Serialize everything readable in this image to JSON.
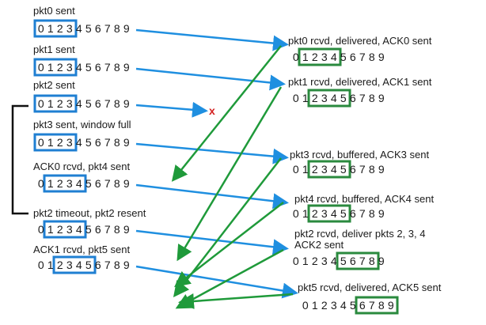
{
  "colors": {
    "sender_window": "#1f7fd2",
    "receiver_window": "#2a8a3e",
    "data_arrow": "#1f8fe0",
    "ack_arrow": "#1f9a3a",
    "loss_mark": "#d42020",
    "timer_bracket": "#111111"
  },
  "digits": [
    "0",
    "1",
    "2",
    "3",
    "4",
    "5",
    "6",
    "7",
    "8",
    "9"
  ],
  "sender": [
    {
      "label": "pkt0 sent",
      "window_start": 0
    },
    {
      "label": "pkt1 sent",
      "window_start": 0
    },
    {
      "label": "pkt2 sent",
      "window_start": 0
    },
    {
      "label": "pkt3 sent, window full",
      "window_start": 0
    },
    {
      "label": "ACK0 rcvd, pkt4 sent",
      "window_start": 1
    },
    {
      "label": "pkt2 timeout, pkt2 resent",
      "window_start": 1
    },
    {
      "label": "ACK1 rcvd, pkt5 sent",
      "window_start": 2
    }
  ],
  "receiver": [
    {
      "label": "pkt0 rcvd, delivered, ACK0 sent",
      "window_start": 1
    },
    {
      "label": "pkt1 rcvd, delivered, ACK1 sent",
      "window_start": 2
    },
    {
      "label": "pkt3 rcvd, buffered, ACK3 sent",
      "window_start": 2
    },
    {
      "label": "pkt4 rcvd, buffered, ACK4 sent",
      "window_start": 2
    },
    {
      "label": "pkt2 rcvd, deliver pkts 2, 3, 4",
      "label2": "ACK2 sent",
      "window_start": 5
    },
    {
      "label": "pkt5 rcvd, delivered, ACK5 sent",
      "window_start": 6
    }
  ],
  "window_size": 4,
  "loss_mark": "x"
}
